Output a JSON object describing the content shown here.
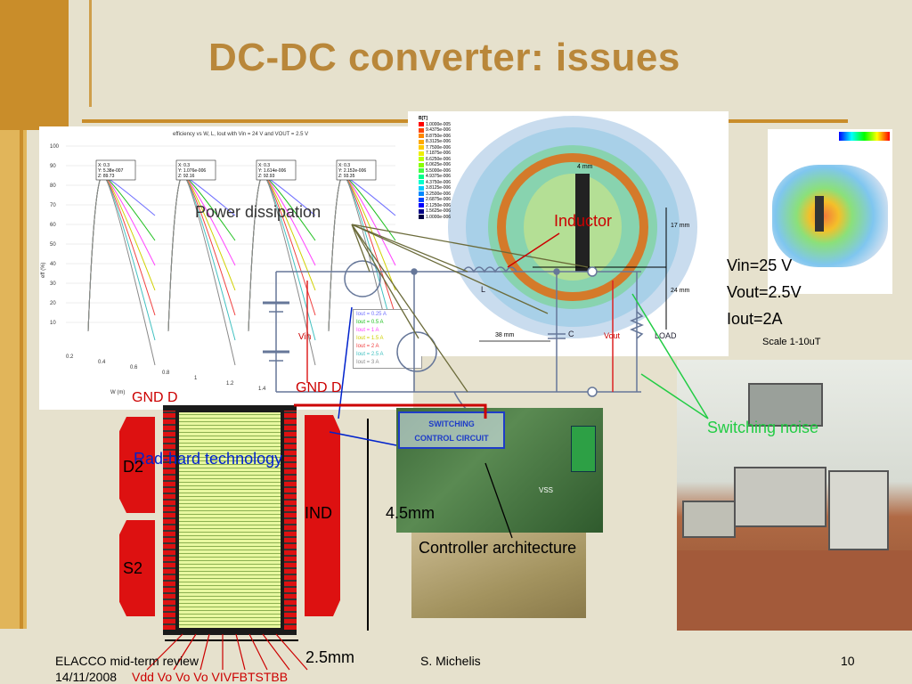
{
  "slide": {
    "title": "DC-DC converter: issues",
    "slide_number": "10",
    "footer_left_line1": "ELACCO mid-term review",
    "footer_left_line2": "14/11/2008",
    "footer_center": "S. Michelis"
  },
  "labels": {
    "power_dissipation": "Power dissipation",
    "inductor": "Inductor",
    "vin_spec": "Vin=25 V",
    "vout_spec": "Vout=2.5V",
    "iout_spec": "Iout=2A",
    "scale": "Scale 1-10uT",
    "switching_noise": "Switching noise",
    "rad_hard": "Rad-hard technology",
    "controller_arch": "Controller architecture",
    "dim_4_5mm": "4.5mm",
    "dim_2_5mm": "2.5mm",
    "gnd_d_left": "GND  D",
    "gnd_d_right": "GND  D",
    "d2": "D2",
    "s2": "S2",
    "ind": "IND",
    "vin_circuit": "Vin",
    "vout_circuit": "Vout",
    "load": "LOAD",
    "inductor_L": "L",
    "cap_C": "C",
    "sw_ctrl_1": "SWITCHING",
    "sw_ctrl_2": "CONTROL CIRCUIT",
    "dim_4mm": "4 mm",
    "dim_17mm": "17 mm",
    "dim_24mm": "24 mm",
    "dim_38mm": "38 mm",
    "pin_labels": "Vdd Vo Vo Vo VIVFBTSTBB",
    "vss": "VSS"
  },
  "efficiency_chart": {
    "title": "efficiency vs W, L, Iout with Vin = 24 V and VOUT = 2.5 V",
    "ylabel": "eff (%)",
    "xlabel": "W (m)",
    "yticks": [
      "100",
      "90",
      "80",
      "70",
      "60",
      "50",
      "40",
      "30",
      "20",
      "10"
    ],
    "xticks": [
      "0.2",
      "0.4",
      "0.6",
      "0.8",
      "1",
      "1.2",
      "1.4"
    ],
    "legend": [
      "Iout = 0.25 A",
      "Iout = 0.5 A",
      "Iout = 1 A",
      "Iout = 1.5 A",
      "Iout = 2 A",
      "Iout = 2.5 A",
      "Iout = 3 A"
    ],
    "datatips": [
      {
        "x": "X: 0.3",
        "y": "Y: 5.38e-007",
        "z": "Z: 89.73"
      },
      {
        "x": "X: 0.3",
        "y": "Y: 1.076e-006",
        "z": "Z: 92.16"
      },
      {
        "x": "X: 0.3",
        "y": "Y: 1.614e-006",
        "z": "Z: 92.93"
      },
      {
        "x": "X: 0.3",
        "y": "Y: 2.152e-006",
        "z": "Z: 93.35"
      }
    ]
  },
  "field_legend": {
    "header": "B[T]",
    "values": [
      "1.0000e-005",
      "9.4375e-006",
      "8.8750e-006",
      "8.3125e-006",
      "7.7500e-006",
      "7.1875e-006",
      "6.6250e-006",
      "6.0625e-006",
      "5.5000e-006",
      "4.9375e-006",
      "4.3750e-006",
      "3.8125e-006",
      "3.2500e-006",
      "2.6875e-006",
      "2.1250e-006",
      "1.5625e-006",
      "1.0000e-006"
    ]
  },
  "colors": {
    "accent_dark": "#c98d2a",
    "accent_light": "#e1b55a",
    "title": "#b9873a",
    "annotation_blue": "#0022cc",
    "annotation_green": "#22cc44",
    "annotation_red": "#cc0000"
  }
}
